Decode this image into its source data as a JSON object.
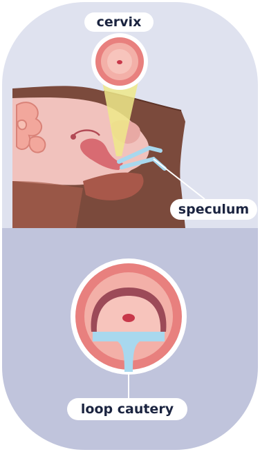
{
  "labels": {
    "cervix": "cervix",
    "speculum": "speculum",
    "loop_cautery": "loop cautery"
  },
  "colors": {
    "top_background": "#dfe2ef",
    "bottom_background": "#c0c4dc",
    "skin_dark": "#7b4a3c",
    "tissue_pink": "#e9a3a0",
    "cervix_pink": "#e8807e",
    "speculum_blue": "#a8d8ee",
    "light_beam": "#efe98a",
    "label_text": "#1b2440"
  },
  "icons": [
    "cervix-closeup-icon",
    "light-beam-icon",
    "speculum-icon",
    "loop-cautery-icon"
  ]
}
